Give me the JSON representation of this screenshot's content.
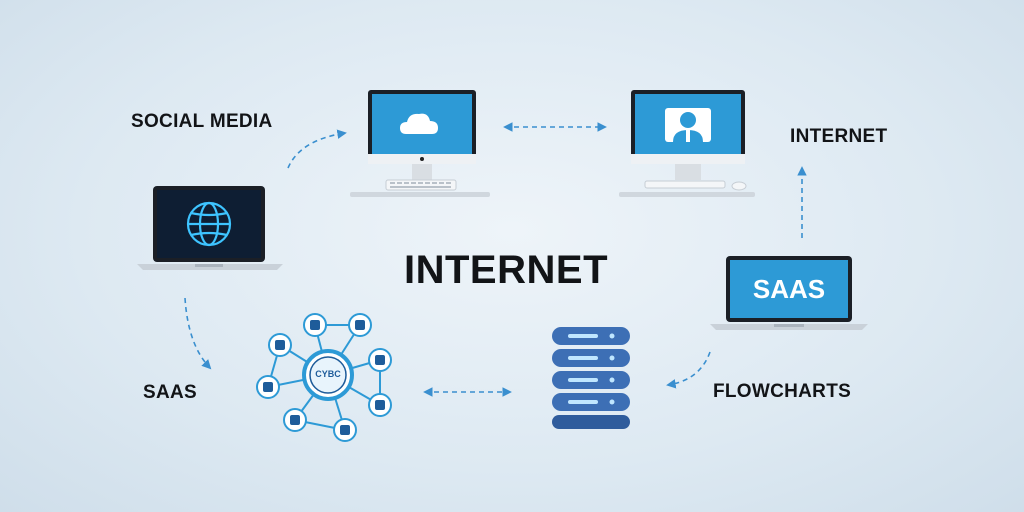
{
  "labels": {
    "social_media": "SOCIAL MEDIA",
    "internet_right": "INTERNET",
    "center": "INTERNET",
    "saas_left": "SAAS",
    "flowcharts": "FLOWCHARTS",
    "saas_screen": "SAAS",
    "hub_center": "CYBC"
  },
  "colors": {
    "screen_blue": "#2d9ad6",
    "dark_blue": "#1e5c9a",
    "arrow_blue": "#3a8fcf",
    "server_blue": "#3d6fb5",
    "text": "#121417"
  },
  "icons": [
    "globe-icon",
    "cloud-icon",
    "user-icon",
    "database-server-icon",
    "network-hub-icon",
    "laptop-icon",
    "desktop-monitor-icon"
  ]
}
